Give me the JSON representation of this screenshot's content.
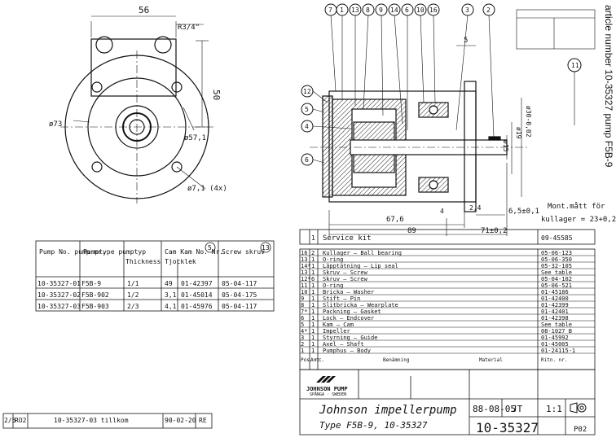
{
  "side_text": "article number 10-35327   pump F5B-9",
  "front_view": {
    "dim_width": "56",
    "dim_port": "R3/4\"",
    "dim_height": "50",
    "dim_bolt_circle": "ø73",
    "dim_bore": "ø57,1",
    "dim_hole": "ø7,1 (4x)"
  },
  "section_view": {
    "balloons": [
      "7",
      "1",
      "13",
      "8",
      "9",
      "14",
      "6",
      "10",
      "16",
      "3",
      "2",
      "12",
      "5",
      "4",
      "6",
      "11"
    ],
    "dim_5": "5",
    "dim_d1": "ø15",
    "dim_d2": "ø19",
    "dim_d3": "ø30-0,02",
    "dim_675": "67,6",
    "dim_24": "2,4",
    "dim_89": "89",
    "dim_4": "4",
    "dim_65": "6,5±0,1",
    "dim_71": "71±0,2",
    "note_line1": "Mont.mått för",
    "note_line2": "kullager = 23+0,2"
  },
  "variant_table": {
    "headers": [
      "Pump No. pump nr.",
      "Pumptype pumptyp",
      "Thickness Tjocklek",
      "Cam Kam No. Nr.",
      "Screw skruv"
    ],
    "head_balloons": [
      "5",
      "13"
    ],
    "rows": [
      [
        "10-35327-01",
        "F5B-9",
        "1/1",
        "49",
        "01-42397",
        "05-04-117"
      ],
      [
        "10-35327-02",
        "F5B-902",
        "1/2",
        "3,1",
        "01-45014",
        "05-04-175"
      ],
      [
        "10-35327-03",
        "F5B-903",
        "2/3",
        "4,1",
        "01-45976",
        "05-04-117"
      ]
    ]
  },
  "parts_list": {
    "service_kit": {
      "qty": "1",
      "name": "Service kit",
      "number": "09-45585"
    },
    "rows": [
      {
        "pos": "16",
        "qty": "2",
        "name": "Kullager — Ball bearing",
        "number": "05-06-123"
      },
      {
        "pos": "13",
        "qty": "1",
        "name": "O-ring",
        "number": "05-06-350"
      },
      {
        "pos": "14*",
        "qty": "1",
        "name": "Läpptätning — Lip seal",
        "number": "05-32-105"
      },
      {
        "pos": "13",
        "qty": "1",
        "name": "Skruv — Screw",
        "number": "See table"
      },
      {
        "pos": "12*",
        "qty": "6",
        "name": "Skruv — Screw",
        "number": "05-04-102"
      },
      {
        "pos": "11",
        "qty": "1",
        "name": "O-ring",
        "number": "05-06-521"
      },
      {
        "pos": "10",
        "qty": "1",
        "name": "Bricka — Washer",
        "number": "01-45186"
      },
      {
        "pos": "9",
        "qty": "1",
        "name": "Stift — Pin",
        "number": "01-42400"
      },
      {
        "pos": "8",
        "qty": "1",
        "name": "Slitbricka — Wearplate",
        "number": "01-42399"
      },
      {
        "pos": "7*",
        "qty": "1",
        "name": "Packning — Gasket",
        "number": "01-42401"
      },
      {
        "pos": "6",
        "qty": "1",
        "name": "Lock — Endcover",
        "number": "01-42398"
      },
      {
        "pos": "5",
        "qty": "1",
        "name": "Kam — Cam",
        "number": "See table"
      },
      {
        "pos": "4*",
        "qty": "1",
        "name": "Impeller",
        "number": "08-1027 B"
      },
      {
        "pos": "3",
        "qty": "1",
        "name": "Styrning — Guide",
        "number": "01-45992"
      },
      {
        "pos": "2",
        "qty": "1",
        "name": "Axel — Shaft",
        "number": "01-45005"
      },
      {
        "pos": "1",
        "qty": "1",
        "name": "Pumphus — Body",
        "number": "01-24115-1"
      }
    ],
    "header_pos": "Pos. nr.",
    "header_qty": "Ant.",
    "header_name": "Benämning",
    "header_material": "Material",
    "header_number": "Ritn. nr."
  },
  "title_block": {
    "company": "JOHNSON PUMP",
    "company_sub": "SPÅNGA · SWEDEN",
    "title_line1": "Johnson impellerpump",
    "title_line2": "Type F5B-9, 10-35327",
    "date": "88-08-05",
    "drawn_by": "JT",
    "scale": "1:1",
    "drawing_number": "10-35327",
    "sheet": "P02"
  },
  "revision_block": {
    "rev": "2/5",
    "code": "RO2",
    "text": "10-35327-03 tillkom",
    "date": "90-02-20",
    "sign": "RE"
  }
}
